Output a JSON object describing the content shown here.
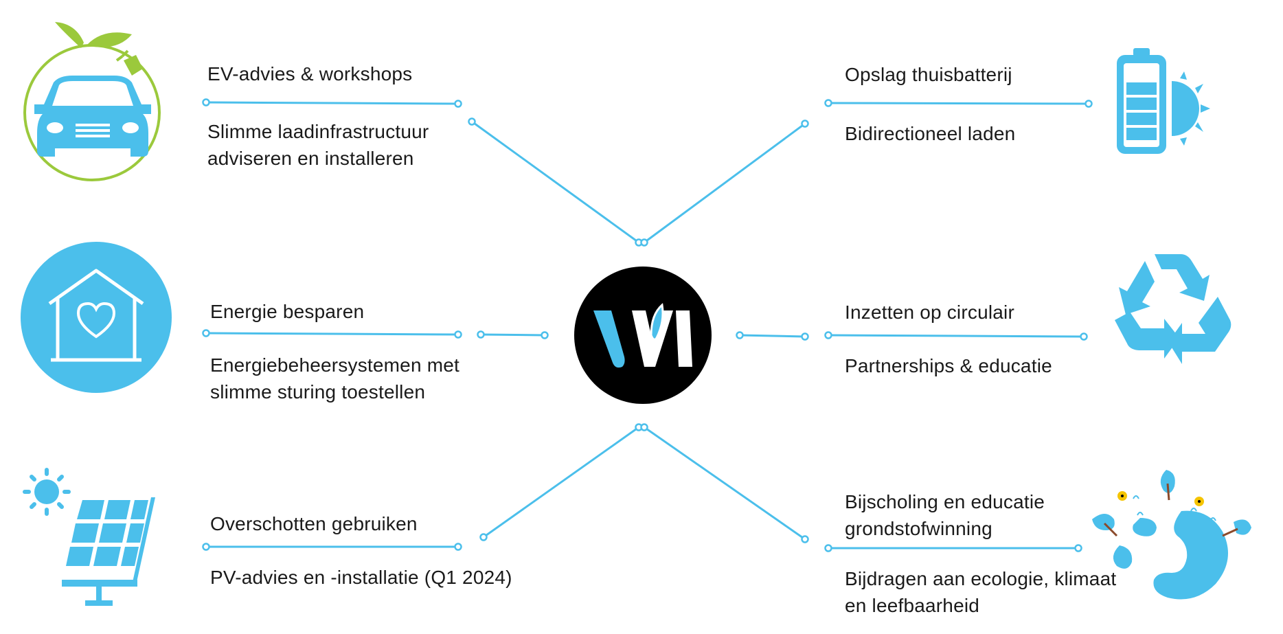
{
  "colors": {
    "accent": "#4bbfeb",
    "green": "#9bc93c",
    "text": "#1a1a1a",
    "logo_bg": "#000000"
  },
  "items": {
    "ev": {
      "title": "EV-advies & workshops",
      "desc_line1": "Slimme laadinfrastructuur",
      "desc_line2": "adviseren en installeren",
      "icon": "electric-car-icon"
    },
    "battery": {
      "title": "Opslag thuisbatterij",
      "desc_line1": "Bidirectioneel laden",
      "icon": "battery-sun-icon"
    },
    "energy": {
      "title": "Energie besparen",
      "desc_line1": "Energiebeheersystemen met",
      "desc_line2": "slimme sturing toestellen",
      "icon": "house-heart-icon"
    },
    "circular": {
      "title": "Inzetten op circulair",
      "desc_line1": "Partnerships & educatie",
      "icon": "recycle-icon"
    },
    "solar": {
      "title": "Overschotten gebruiken",
      "desc_line1": "PV-advies en -installatie (Q1 2024)",
      "icon": "solar-panel-icon"
    },
    "ecology": {
      "title_line1": "Bijscholing en educatie",
      "title_line2": "grondstofwinning",
      "desc_line1": "Bijdragen aan ecologie, klimaat",
      "desc_line2": "en leefbaarheid",
      "icon": "earth-nature-icon"
    }
  },
  "logo": {
    "icon": "company-logo-icon"
  }
}
